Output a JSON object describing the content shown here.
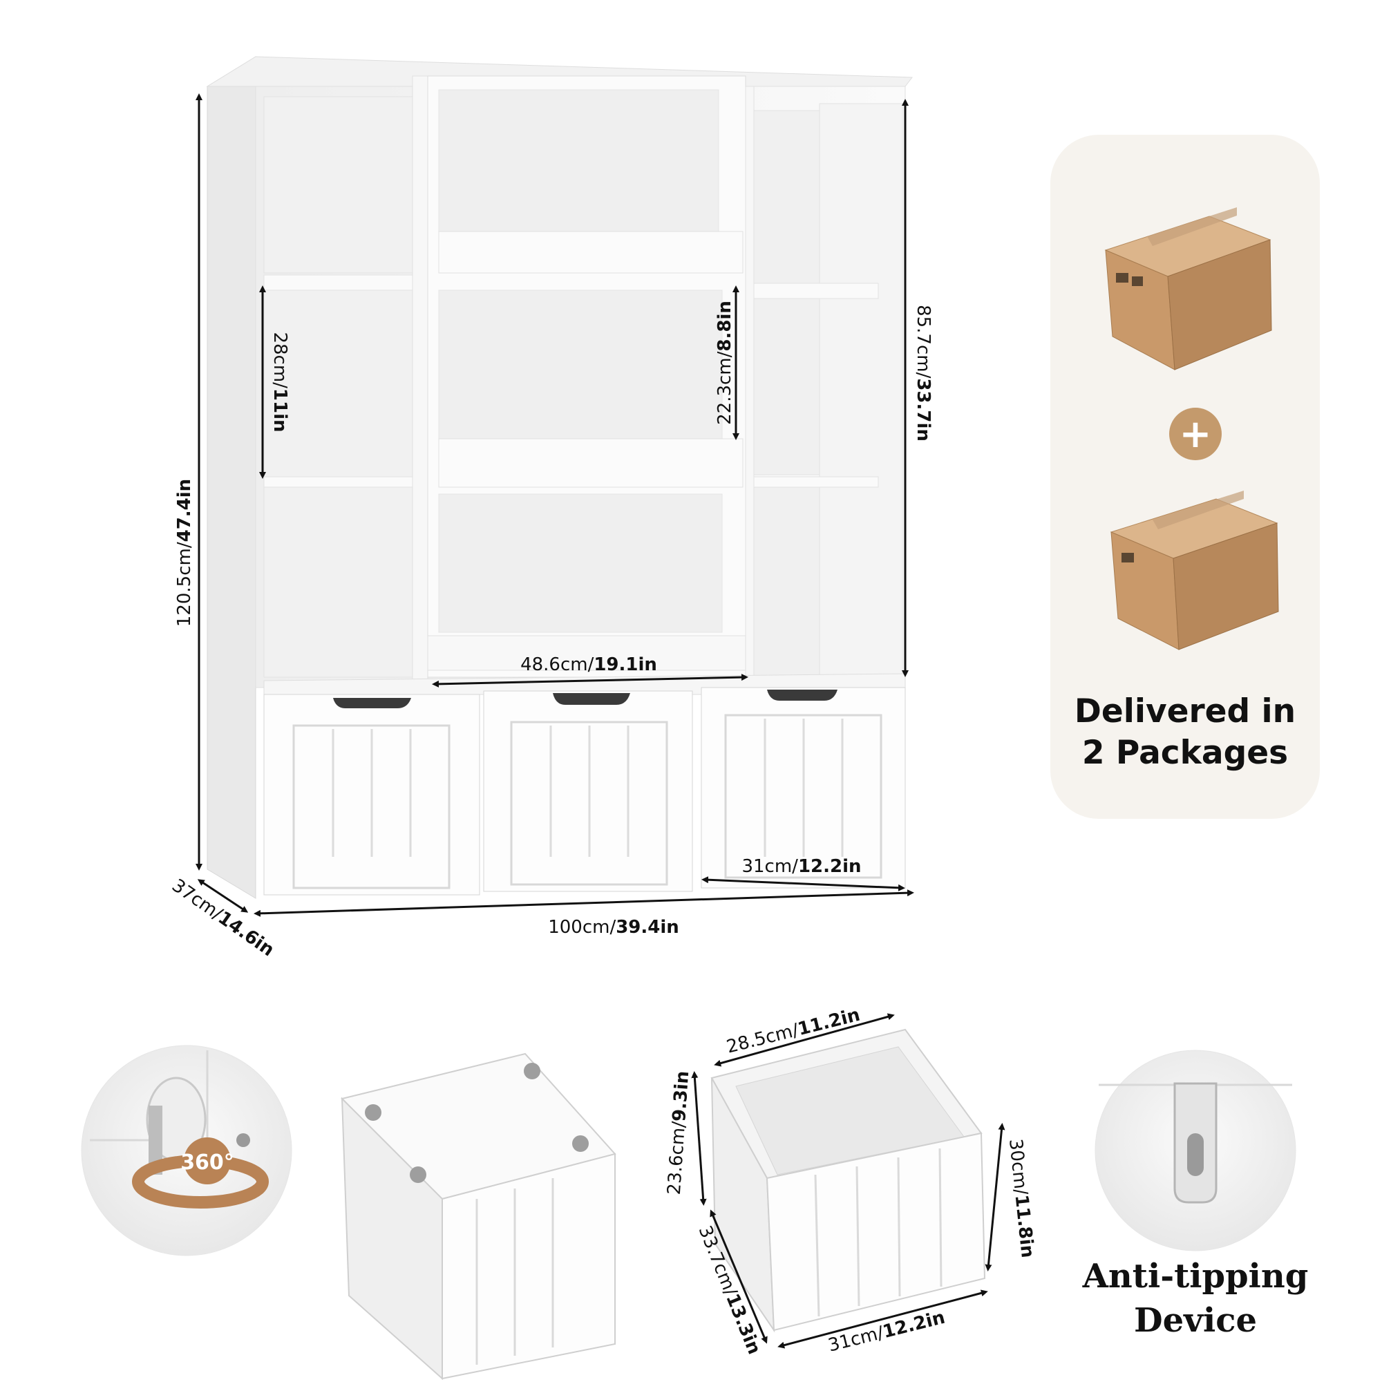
{
  "dimensions": {
    "height_total": {
      "cm": "120.5cm/",
      "in": "47.4in"
    },
    "shelf_side": {
      "cm": "28cm/",
      "in": "11in"
    },
    "shelf_middle": {
      "cm": "22.3cm/",
      "in": "8.8in"
    },
    "height_upper": {
      "cm": "85.7cm/",
      "in": "33.7in"
    },
    "middle_width": {
      "cm": "48.6cm/",
      "in": "19.1in"
    },
    "bin_width": {
      "cm": "31cm/",
      "in": "12.2in"
    },
    "depth": {
      "cm": "37cm/",
      "in": "14.6in"
    },
    "width_total": {
      "cm": "100cm/",
      "in": "39.4in"
    },
    "bin_inner_width": {
      "cm": "28.5cm/",
      "in": "11.2in"
    },
    "bin_inner_height": {
      "cm": "23.6cm/",
      "in": "9.3in"
    },
    "bin_height": {
      "cm": "30cm/",
      "in": "11.8in"
    },
    "bin_depth": {
      "cm": "33.7cm/",
      "in": "13.3in"
    },
    "bin_front_width": {
      "cm": "31cm/",
      "in": "12.2in"
    }
  },
  "packages": {
    "line1": "Delivered in",
    "line2": "2 Packages",
    "plus_symbol": "+"
  },
  "wheel_badge": "360°",
  "anti_tipping": {
    "line1": "Anti-tipping",
    "line2": "Device"
  },
  "colors": {
    "cardboard": "#c9996a",
    "plus_circle": "#c49a6c",
    "panel_bg": "#f6f3ee",
    "arrow_badge": "#b98355"
  }
}
